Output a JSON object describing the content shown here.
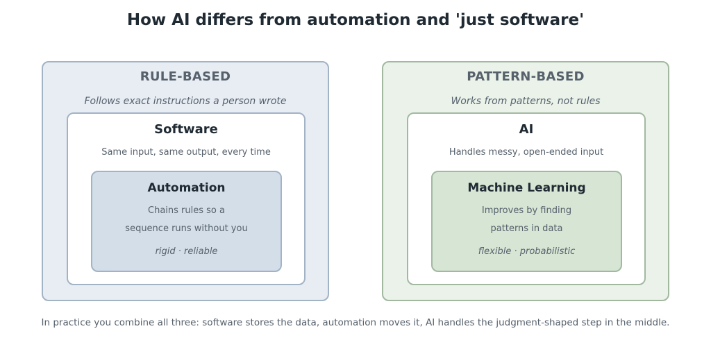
{
  "title": "How AI differs from automation and 'just software'",
  "left": {
    "heading": "RULE-BASED",
    "subtitle": "Follows exact instructions a person wrote",
    "middle": {
      "title": "Software",
      "subtitle": "Same input, same output, every time"
    },
    "inner": {
      "title": "Automation",
      "line1": "Chains rules so a",
      "line2": "sequence runs without you",
      "tag": "rigid · reliable"
    }
  },
  "right": {
    "heading": "PATTERN-BASED",
    "subtitle": "Works from patterns, not rules",
    "middle": {
      "title": "AI",
      "subtitle": "Handles messy, open-ended input"
    },
    "inner": {
      "title": "Machine Learning",
      "line1": "Improves by finding",
      "line2": "patterns in data",
      "tag": "flexible · probabilistic"
    }
  },
  "footer": "In practice you combine all three: software stores the data, automation moves it, AI handles the judgment-shaped step in the middle.",
  "colors": {
    "rule_fill": "#e8edf4",
    "rule_border": "#a2b3c5",
    "rule_inner": "#d3dee9",
    "pattern_fill": "#eaf2ea",
    "pattern_border": "#a2b9a0",
    "pattern_inner": "#d6e5d4"
  }
}
